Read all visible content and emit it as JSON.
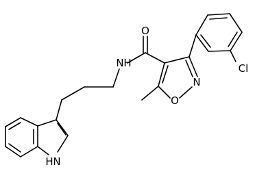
{
  "structure": {
    "atom_labels": {
      "carbonyl_oxygen": "O",
      "amide_nitrogen": "N",
      "amide_hydrogen": "H",
      "ring_nitrogen": "N",
      "ring_oxygen": "O",
      "chlorine": "Cl",
      "indole_nitrogen": "N",
      "indole_hydrogen": "H"
    }
  },
  "colors": {
    "bond": "#000000",
    "label": "#000000",
    "background": "#ffffff"
  }
}
